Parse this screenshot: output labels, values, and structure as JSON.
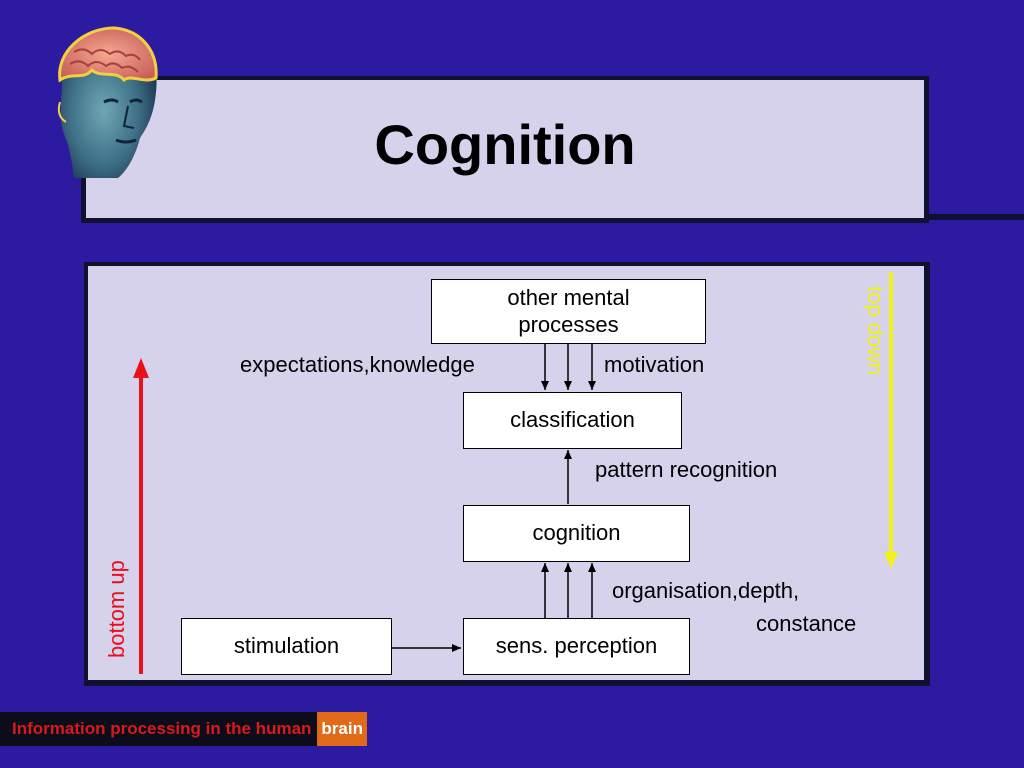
{
  "slide": {
    "title": "Cognition"
  },
  "diagram": {
    "boxes": {
      "other_mental": "other mental processes",
      "classification": "classification",
      "cognition": "cognition",
      "stimulation": "stimulation",
      "sens_perception": "sens. perception"
    },
    "labels": {
      "expectations": "expectations,knowledge",
      "motivation": "motivation",
      "pattern": "pattern recognition",
      "organisation": "organisation,depth,",
      "constance": "constance"
    },
    "side_labels": {
      "bottom_up": "bottom up",
      "top_down": "top down"
    },
    "colors": {
      "bottom_up": "#e8101a",
      "top_down": "#f2f21a",
      "background": "#2c1aa0",
      "panel": "#d6d2ec"
    }
  },
  "footer": {
    "text": "Information processing in the human",
    "brand": "brain"
  }
}
